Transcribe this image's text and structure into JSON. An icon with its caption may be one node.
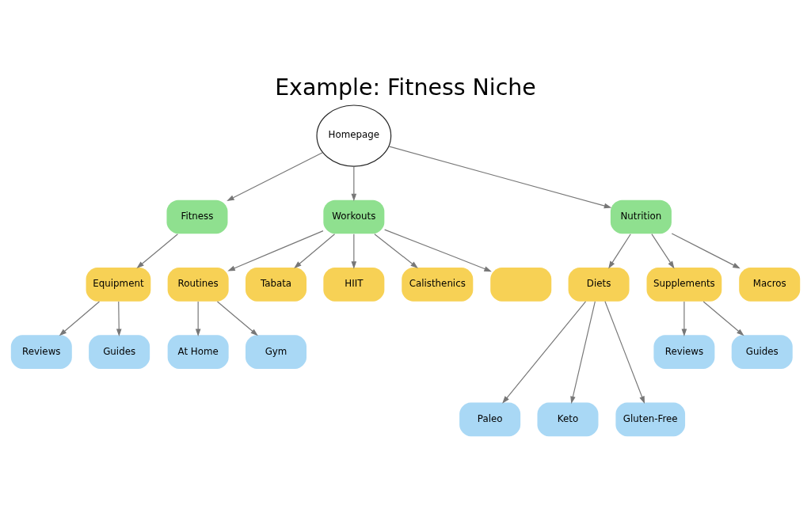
{
  "diagram": {
    "title": "Example: Fitness Niche",
    "nodes": [
      {
        "text": [
          "Homepage"
        ]
      },
      {
        "text": [
          "Fitness"
        ]
      },
      {
        "text": [
          "Workouts"
        ]
      },
      {
        "text": [
          "Nutrition"
        ]
      },
      {
        "text": [
          "Equipment"
        ]
      },
      {
        "text": [
          "Routines"
        ]
      },
      {
        "text": [
          "Tabata"
        ]
      },
      {
        "text": [
          "HIIT"
        ]
      },
      {
        "text": [
          "Calisthenics"
        ]
      },
      {
        "text": [],
        "shape": "box"
      },
      {
        "text": [
          "Diets"
        ]
      },
      {
        "text": [
          "Supplements"
        ]
      },
      {
        "text": [
          "Macros"
        ]
      },
      {
        "text": [
          "Reviews"
        ]
      },
      {
        "text": [
          "Guides"
        ]
      },
      {
        "text": [
          "At Home"
        ]
      },
      {
        "text": [
          "Gym"
        ]
      },
      {
        "text": [
          "Reviews"
        ]
      },
      {
        "text": [
          "Guides"
        ]
      },
      {
        "text": [
          "Paleo"
        ]
      },
      {
        "text": [
          "Keto"
        ]
      },
      {
        "text": [
          "Gluten-Free"
        ]
      }
    ],
    "edges": [
      {
        "from": 0,
        "to": 1,
        "arrow": "to"
      },
      {
        "from": 0,
        "to": 2,
        "arrow": "to"
      },
      {
        "from": 0,
        "to": 3,
        "arrow": "to"
      },
      {
        "from": 1,
        "to": 4,
        "arrow": "to"
      },
      {
        "from": 2,
        "to": 5,
        "arrow": "to"
      },
      {
        "from": 2,
        "to": 6,
        "arrow": "to"
      },
      {
        "from": 2,
        "to": 7,
        "arrow": "to"
      },
      {
        "from": 2,
        "to": 8,
        "arrow": "to"
      },
      {
        "from": 2,
        "to": 9,
        "arrow": "to"
      },
      {
        "from": 3,
        "to": 10,
        "arrow": "to"
      },
      {
        "from": 3,
        "to": 11,
        "arrow": "to"
      },
      {
        "from": 3,
        "to": 12,
        "arrow": "to"
      },
      {
        "from": 4,
        "to": 13,
        "arrow": "to"
      },
      {
        "from": 4,
        "to": 14,
        "arrow": "to"
      },
      {
        "from": 5,
        "to": 15,
        "arrow": "to"
      },
      {
        "from": 5,
        "to": 16,
        "arrow": "to"
      },
      {
        "from": 11,
        "to": 17,
        "arrow": "to"
      },
      {
        "from": 11,
        "to": 18,
        "arrow": "to"
      },
      {
        "from": 10,
        "to": 19,
        "arrow": "to"
      },
      {
        "from": 10,
        "to": 20,
        "arrow": "to"
      },
      {
        "from": 10,
        "to": 21,
        "arrow": "to"
      }
    ]
  }
}
